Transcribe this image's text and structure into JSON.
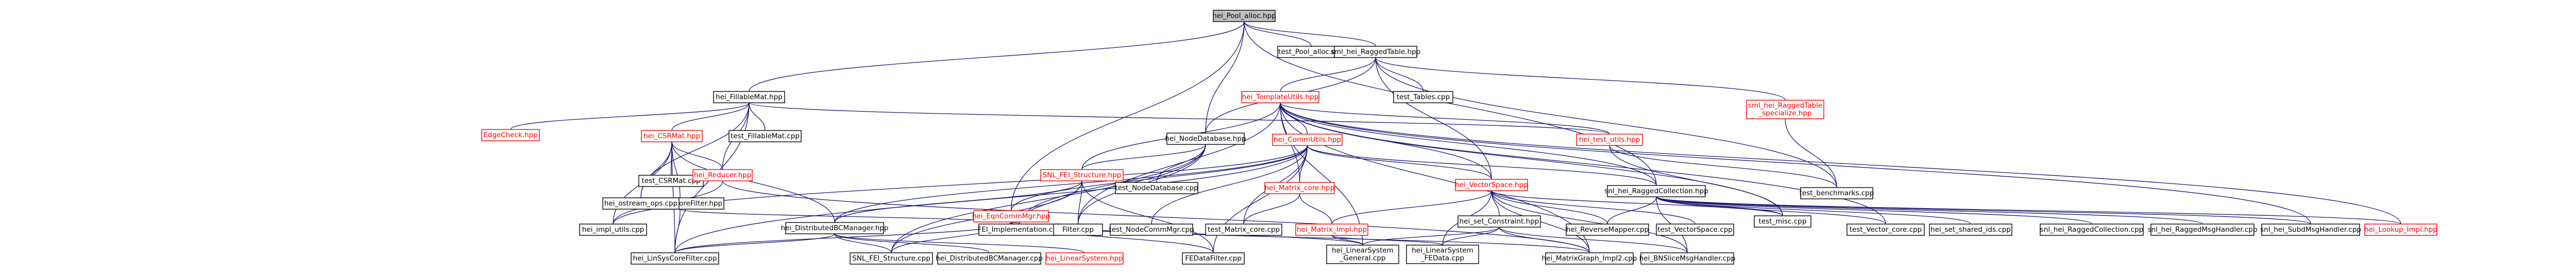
{
  "graph": {
    "colors": {
      "edge": "#191970",
      "node_border": "#000000",
      "node_text": "#000000",
      "red_border": "#ff0000",
      "red_text": "#ff0000",
      "root_fill": "#bfbfbf"
    },
    "nodes": [
      {
        "id": "hei_pool_alloc_hpp",
        "label": "hei_Pool_alloc.hpp",
        "style": "root"
      },
      {
        "id": "test_pool_alloc_cpp",
        "label": "test_Pool_alloc.cpp",
        "style": "normal"
      },
      {
        "id": "sml_hei_raggedtable_hpp",
        "label": "sml_hei_RaggedTable.hpp",
        "style": "normal"
      },
      {
        "id": "hei_fillablemat_hpp",
        "label": "hei_FillableMat.hpp",
        "style": "normal"
      },
      {
        "id": "hei_templateutils_hpp",
        "label": "hei_TemplateUtils.hpp",
        "style": "red"
      },
      {
        "id": "test_tables_cpp",
        "label": "test_Tables.cpp",
        "style": "normal"
      },
      {
        "id": "sml_hei_raggedtable_specialize_hpp",
        "label": "sml_hei_RaggedTable\n_specialize.hpp",
        "style": "red"
      },
      {
        "id": "edgecheck_hpp",
        "label": "EdgeCheck.hpp",
        "style": "red"
      },
      {
        "id": "hei_csrmat_hpp",
        "label": "hei_CSRMat.hpp",
        "style": "red"
      },
      {
        "id": "test_fillablemat_cpp",
        "label": "test_FillableMat.cpp",
        "style": "normal"
      },
      {
        "id": "hei_nodedatabase_hpp",
        "label": "hei_NodeDatabase.hpp",
        "style": "normal"
      },
      {
        "id": "hei_commutils_hpp",
        "label": "hei_CommUtils.hpp",
        "style": "red"
      },
      {
        "id": "hei_test_utils_hpp",
        "label": "hei_test_utils.hpp",
        "style": "red"
      },
      {
        "id": "test_csrmat_cpp",
        "label": "test_CSRMat.cpp",
        "style": "normal"
      },
      {
        "id": "hei_linsyscorefilter_hpp",
        "label": "hei_LinSysCoreFilter.hpp",
        "style": "normal"
      },
      {
        "id": "hei_reducer_hpp",
        "label": "hei_Reducer.hpp",
        "style": "red"
      },
      {
        "id": "snl_fei_structure_hpp",
        "label": "SNL_FEI_Structure.hpp",
        "style": "red"
      },
      {
        "id": "test_nodedatabase_cpp",
        "label": "test_NodeDatabase.cpp",
        "style": "normal"
      },
      {
        "id": "hei_matrix_core_hpp",
        "label": "hei_Matrix_core.hpp",
        "style": "red"
      },
      {
        "id": "hei_vectorspace_hpp",
        "label": "hei_VectorSpace.hpp",
        "style": "red"
      },
      {
        "id": "snl_hei_raggedcollection_hpp",
        "label": "snl_hei_RaggedCollection.hpp",
        "style": "normal"
      },
      {
        "id": "hei_ostream_ops_cpp",
        "label": "hei_ostream_ops.cpp",
        "style": "normal"
      },
      {
        "id": "test_benchmarks_cpp",
        "label": "test_benchmarks.cpp",
        "style": "normal"
      },
      {
        "id": "test_misc_cpp",
        "label": "test_misc.cpp",
        "style": "normal"
      },
      {
        "id": "fei_implementation_cpp",
        "label": "FEI_Implementation.cpp",
        "style": "normal"
      },
      {
        "id": "hei_distributedbcmanager_hpp",
        "label": "hei_DistributedBCManager.hpp",
        "style": "normal"
      },
      {
        "id": "hei_eqncommmgr_hpp",
        "label": "hei_EqnCommMgr.hpp",
        "style": "red"
      },
      {
        "id": "filter_cpp",
        "label": "Filter.cpp",
        "style": "normal"
      },
      {
        "id": "test_nodecommmgr_cpp",
        "label": "test_NodeCommMgr.cpp",
        "style": "normal"
      },
      {
        "id": "test_matrix_core_cpp",
        "label": "test_Matrix_core.cpp",
        "style": "normal"
      },
      {
        "id": "hei_matrix_impl_hpp",
        "label": "hei_Matrix_Impl.hpp",
        "style": "red"
      },
      {
        "id": "hei_set_constraint_hpp",
        "label": "hei_set_Constraint.hpp",
        "style": "normal"
      },
      {
        "id": "hei_reverseaware_cpp",
        "label": "hei_ReverseMapper.cpp",
        "style": "normal"
      },
      {
        "id": "test_vectorspace_cpp",
        "label": "test_VectorSpace.cpp",
        "style": "normal"
      },
      {
        "id": "test_vector_core_cpp",
        "label": "test_Vector_core.cpp",
        "style": "normal"
      },
      {
        "id": "hei_set_shared_ids_cpp",
        "label": "hei_set_shared_ids.cpp",
        "style": "normal"
      },
      {
        "id": "snl_hei_raggedcollection_cpp",
        "label": "snl_hei_RaggedCollection.cpp",
        "style": "normal"
      },
      {
        "id": "snl_hei_raggedmsghandler_cpp",
        "label": "snl_hei_RaggedMsgHandler.cpp",
        "style": "normal"
      },
      {
        "id": "snl_hei_subdmsghandler_cpp",
        "label": "snl_hei_SubdMsgHandler.cpp",
        "style": "normal"
      },
      {
        "id": "hei_lookup_impl_hpp",
        "label": "hei_Lookup_Impl.hpp",
        "style": "red"
      },
      {
        "id": "hei_impl_utils_cpp",
        "label": "hei_impl_utils.cpp",
        "style": "normal"
      },
      {
        "id": "hei_linsyscorefilter_cpp",
        "label": "hei_LinSysCoreFilter.cpp",
        "style": "normal"
      },
      {
        "id": "snl_fei_structure_cpp",
        "label": "SNL_FEI_Structure.cpp",
        "style": "normal"
      },
      {
        "id": "hei_distributedbcmanager_cpp",
        "label": "hei_DistributedBCManager.cpp",
        "style": "normal"
      },
      {
        "id": "hei_linearsystem_hpp",
        "label": "hei_LinearSystem.hpp",
        "style": "red"
      },
      {
        "id": "fedatafilter_cpp",
        "label": "FEDataFilter.cpp",
        "style": "normal"
      },
      {
        "id": "hei_linearsystem_general_cpp",
        "label": "hei_LinearSystem\n_General.cpp",
        "style": "normal"
      },
      {
        "id": "hei_linearsystem_fedata_cpp",
        "label": "hei_LinearSystem\n_FEData.cpp",
        "style": "normal"
      },
      {
        "id": "hei_matrixgraph_impl2_cpp",
        "label": "hei_MatrixGraph_Impl2.cpp",
        "style": "normal"
      },
      {
        "id": "hei_bnlslicemsghandler_cpp",
        "label": "hei_BNSliceMsgHandler.cpp",
        "style": "normal"
      }
    ],
    "edges": [
      [
        "hei_pool_alloc_hpp",
        "test_pool_alloc_cpp"
      ],
      [
        "hei_pool_alloc_hpp",
        "sml_hei_raggedtable_hpp"
      ],
      [
        "hei_pool_alloc_hpp",
        "hei_fillablemat_hpp"
      ],
      [
        "hei_pool_alloc_hpp",
        "hei_nodedatabase_hpp"
      ],
      [
        "hei_pool_alloc_hpp",
        "hei_eqncommmgr_hpp"
      ],
      [
        "hei_pool_alloc_hpp",
        "snl_hei_raggedcollection_hpp"
      ],
      [
        "sml_hei_raggedtable_hpp",
        "hei_templateutils_hpp"
      ],
      [
        "sml_hei_raggedtable_hpp",
        "test_tables_cpp"
      ],
      [
        "sml_hei_raggedtable_hpp",
        "sml_hei_raggedtable_specialize_hpp"
      ],
      [
        "sml_hei_raggedtable_hpp",
        "test_benchmarks_cpp"
      ],
      [
        "sml_hei_raggedtable_hpp",
        "hei_vectorspace_hpp"
      ],
      [
        "sml_hei_raggedtable_hpp",
        "hei_nodedatabase_hpp"
      ],
      [
        "sml_hei_raggedtable_specialize_hpp",
        "test_benchmarks_cpp"
      ],
      [
        "hei_fillablemat_hpp",
        "edgecheck_hpp"
      ],
      [
        "hei_fillablemat_hpp",
        "hei_csrmat_hpp"
      ],
      [
        "hei_fillablemat_hpp",
        "test_fillablemat_cpp"
      ],
      [
        "hei_fillablemat_hpp",
        "hei_reducer_hpp"
      ],
      [
        "hei_fillablemat_hpp",
        "hei_ostream_ops_cpp"
      ],
      [
        "hei_fillablemat_hpp",
        "hei_linsyscorefilter_cpp"
      ],
      [
        "hei_fillablemat_hpp",
        "hei_test_utils_hpp"
      ],
      [
        "hei_templateutils_hpp",
        "hei_commutils_hpp"
      ],
      [
        "hei_templateutils_hpp",
        "hei_vectorspace_hpp"
      ],
      [
        "hei_templateutils_hpp",
        "hei_test_utils_hpp"
      ],
      [
        "hei_templateutils_hpp",
        "snl_hei_raggedcollection_hpp"
      ],
      [
        "hei_templateutils_hpp",
        "test_misc_cpp"
      ],
      [
        "hei_templateutils_hpp",
        "hei_matrix_core_hpp"
      ],
      [
        "hei_templateutils_hpp",
        "test_vector_core_cpp"
      ],
      [
        "hei_templateutils_hpp",
        "hei_lookup_impl_hpp"
      ],
      [
        "hei_templateutils_hpp",
        "snl_hei_subdmsghandler_cpp"
      ],
      [
        "hei_templateutils_hpp",
        "snl_fei_structure_hpp"
      ],
      [
        "hei_templateutils_hpp",
        "filter_cpp"
      ],
      [
        "hei_templateutils_hpp",
        "hei_matrixgraph_impl2_cpp"
      ],
      [
        "hei_templateutils_hpp",
        "hei_linearsystem_general_cpp"
      ],
      [
        "hei_csrmat_hpp",
        "test_csrmat_cpp"
      ],
      [
        "hei_csrmat_hpp",
        "hei_linsyscorefilter_hpp"
      ],
      [
        "hei_csrmat_hpp",
        "hei_reducer_hpp"
      ],
      [
        "hei_csrmat_hpp",
        "hei_impl_utils_cpp"
      ],
      [
        "hei_csrmat_hpp",
        "hei_linsyscorefilter_cpp"
      ],
      [
        "hei_csrmat_hpp",
        "hei_distributedbcmanager_hpp"
      ],
      [
        "hei_csrmat_hpp",
        "hei_ostream_ops_cpp"
      ],
      [
        "hei_nodedatabase_hpp",
        "test_nodedatabase_cpp"
      ],
      [
        "hei_nodedatabase_hpp",
        "snl_fei_structure_hpp"
      ],
      [
        "hei_nodedatabase_hpp",
        "snl_fei_structure_cpp"
      ],
      [
        "hei_nodedatabase_hpp",
        "fei_implementation_cpp"
      ],
      [
        "hei_nodedatabase_hpp",
        "filter_cpp"
      ],
      [
        "hei_commutils_hpp",
        "hei_eqncommmgr_hpp"
      ],
      [
        "hei_commutils_hpp",
        "hei_matrix_core_hpp"
      ],
      [
        "hei_commutils_hpp",
        "hei_vectorspace_hpp"
      ],
      [
        "hei_commutils_hpp",
        "test_nodecommmgr_cpp"
      ],
      [
        "hei_commutils_hpp",
        "hei_distributedbcmanager_hpp"
      ],
      [
        "hei_commutils_hpp",
        "fedatafilter_cpp"
      ],
      [
        "hei_commutils_hpp",
        "hei_linsyscorefilter_cpp"
      ],
      [
        "hei_commutils_hpp",
        "hei_impl_utils_cpp"
      ],
      [
        "hei_commutils_hpp",
        "snl_hei_raggedcollection_hpp"
      ],
      [
        "hei_commutils_hpp",
        "test_matrix_core_cpp"
      ],
      [
        "hei_test_utils_hpp",
        "test_misc_cpp"
      ],
      [
        "hei_test_utils_hpp",
        "test_benchmarks_cpp"
      ],
      [
        "hei_linsyscorefilter_hpp",
        "hei_linsyscorefilter_cpp"
      ],
      [
        "hei_linsyscorefilter_hpp",
        "fei_implementation_cpp"
      ],
      [
        "hei_reducer_hpp",
        "hei_impl_utils_cpp"
      ],
      [
        "hei_reducer_hpp",
        "hei_matrixgraph_impl2_cpp"
      ],
      [
        "snl_fei_structure_hpp",
        "fei_implementation_cpp"
      ],
      [
        "snl_fei_structure_hpp",
        "snl_fei_structure_cpp"
      ],
      [
        "snl_fei_structure_hpp",
        "hei_distributedbcmanager_hpp"
      ],
      [
        "snl_fei_structure_hpp",
        "filter_cpp"
      ],
      [
        "snl_fei_structure_hpp",
        "fedatafilter_cpp"
      ],
      [
        "hei_matrix_core_hpp",
        "test_matrix_core_cpp"
      ],
      [
        "hei_matrix_core_hpp",
        "hei_matrix_impl_hpp"
      ],
      [
        "hei_matrix_impl_hpp",
        "hei_linearsystem_general_cpp"
      ],
      [
        "hei_matrix_impl_hpp",
        "hei_linearsystem_fedata_cpp"
      ],
      [
        "hei_vectorspace_hpp",
        "hei_set_constraint_hpp"
      ],
      [
        "hei_vectorspace_hpp",
        "hei_reverseaware_cpp"
      ],
      [
        "hei_vectorspace_hpp",
        "test_vectorspace_cpp"
      ],
      [
        "hei_vectorspace_hpp",
        "hei_matrix_impl_hpp"
      ],
      [
        "hei_vectorspace_hpp",
        "hei_matrixgraph_impl2_cpp"
      ],
      [
        "hei_vectorspace_hpp",
        "hei_bnlslicemsghandler_cpp"
      ],
      [
        "hei_vectorspace_hpp",
        "hei_linearsystem_fedata_cpp"
      ],
      [
        "hei_vectorspace_hpp",
        "test_misc_cpp"
      ],
      [
        "hei_set_constraint_hpp",
        "hei_linearsystem_general_cpp"
      ],
      [
        "hei_set_constraint_hpp",
        "hei_matrixgraph_impl2_cpp"
      ],
      [
        "hei_set_constraint_hpp",
        "hei_bnlslicemsghandler_cpp"
      ],
      [
        "hei_set_constraint_hpp",
        "hei_linearsystem_fedata_cpp"
      ],
      [
        "snl_hei_raggedcollection_hpp",
        "test_vector_core_cpp"
      ],
      [
        "snl_hei_raggedcollection_hpp",
        "hei_set_shared_ids_cpp"
      ],
      [
        "snl_hei_raggedcollection_hpp",
        "snl_hei_raggedcollection_cpp"
      ],
      [
        "snl_hei_raggedcollection_hpp",
        "snl_hei_raggedmsghandler_cpp"
      ],
      [
        "snl_hei_raggedcollection_hpp",
        "snl_hei_subdmsghandler_cpp"
      ],
      [
        "snl_hei_raggedcollection_hpp",
        "hei_lookup_impl_hpp"
      ],
      [
        "snl_hei_raggedcollection_hpp",
        "hei_reverseaware_cpp"
      ],
      [
        "snl_hei_raggedcollection_hpp",
        "test_misc_cpp"
      ],
      [
        "snl_hei_raggedcollection_hpp",
        "hei_bnlslicemsghandler_cpp"
      ],
      [
        "hei_distributedbcmanager_hpp",
        "hei_distributedbcmanager_cpp"
      ],
      [
        "hei_distributedbcmanager_hpp",
        "hei_linearsystem_hpp"
      ],
      [
        "hei_distributedbcmanager_hpp",
        "snl_fei_structure_cpp"
      ],
      [
        "hei_distributedbcmanager_hpp",
        "hei_linsyscorefilter_cpp"
      ],
      [
        "hei_eqncommmgr_hpp",
        "fedatafilter_cpp"
      ],
      [
        "hei_eqncommmgr_hpp",
        "hei_linsyscorefilter_cpp"
      ],
      [
        "hei_eqncommmgr_hpp",
        "snl_fei_structure_cpp"
      ],
      [
        "hei_eqncommmgr_hpp",
        "hei_linearsystem_general_cpp"
      ],
      [
        "hei_eqncommmgr_hpp",
        "hei_matrixgraph_impl2_cpp"
      ]
    ]
  }
}
